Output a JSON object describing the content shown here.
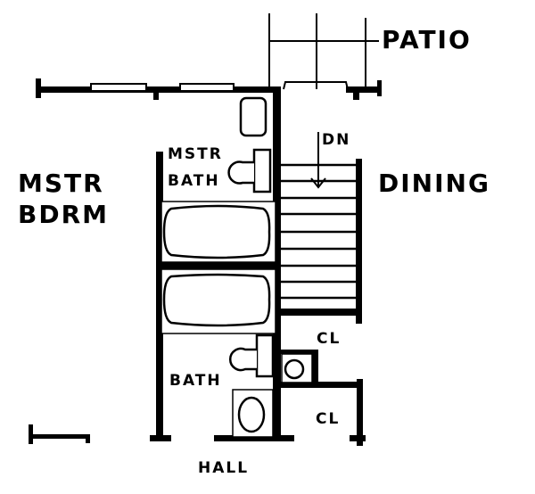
{
  "labels": {
    "patio": "PATIO",
    "dining": "DINING",
    "master_bedroom_line1": "MSTR",
    "master_bedroom_line2": "BDRM",
    "master_bath_line1": "MSTR",
    "master_bath_line2": "BATH",
    "stairs_down": "DN",
    "closet_upper": "CL",
    "bath": "BATH",
    "closet_lower": "CL",
    "hall": "HALL"
  }
}
